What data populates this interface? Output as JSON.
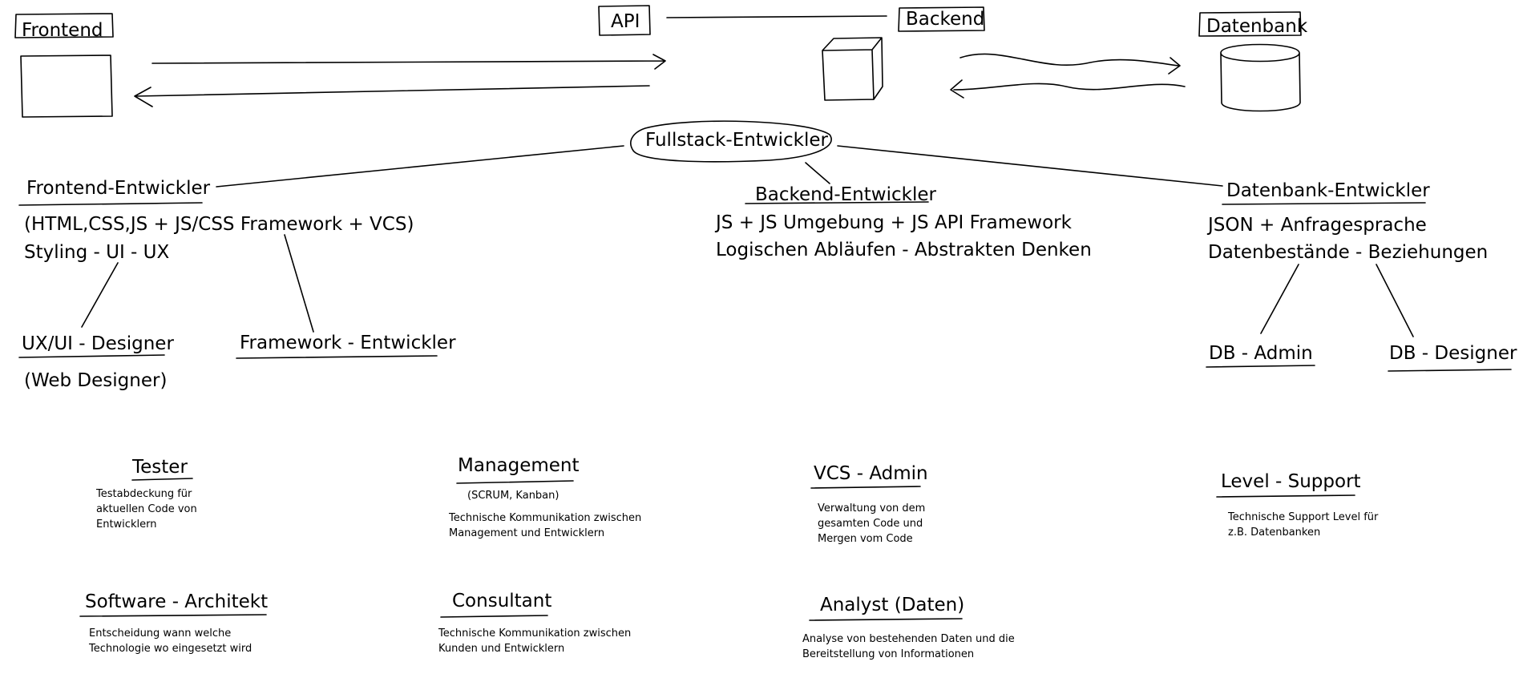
{
  "labels": {
    "frontend": "Frontend",
    "api": "API",
    "backend": "Backend",
    "datenbank": "Datenbank",
    "fullstack": "Fullstack-Entwickler",
    "frontend_dev": "Frontend-Entwickler",
    "frontend_dev_line1": "(HTML,CSS,JS + JS/CSS Framework + VCS)",
    "frontend_dev_line2": "Styling - UI - UX",
    "backend_dev": "Backend-Entwickler",
    "backend_dev_line1": "JS + JS Umgebung + JS API Framework",
    "backend_dev_line2": "Logischen Abläufen - Abstrakten Denken",
    "db_dev": "Datenbank-Entwickler",
    "db_dev_line1": "JSON + Anfragesprache",
    "db_dev_line2": "Datenbestände - Beziehungen",
    "ux_designer": "UX/UI - Designer",
    "web_designer": "(Web Designer)",
    "framework_dev": "Framework - Entwickler",
    "db_admin": "DB - Admin",
    "db_designer": "DB - Designer"
  },
  "roles": {
    "tester": {
      "title": "Tester",
      "desc": "Testabdeckung für\naktuellen Code von\nEntwicklern"
    },
    "management": {
      "title": "Management",
      "sub": "(SCRUM, Kanban)",
      "desc": "Technische Kommunikation zwischen\nManagement und Entwicklern"
    },
    "vcs_admin": {
      "title": "VCS - Admin",
      "desc": "Verwaltung von dem\ngesamten Code und\nMergen vom Code"
    },
    "level_support": {
      "title": "Level - Support",
      "desc": "Technische Support Level für\nz.B. Datenbanken"
    },
    "architekt": {
      "title": "Software - Architekt",
      "desc": "Entscheidung wann welche\nTechnologie wo eingesetzt wird"
    },
    "consultant": {
      "title": "Consultant",
      "desc": "Technische Kommunikation zwischen\nKunden und Entwicklern"
    },
    "analyst": {
      "title": "Analyst (Daten)",
      "desc": "Analyse von bestehenden Daten und die\nBereitstellung von Informationen"
    }
  }
}
